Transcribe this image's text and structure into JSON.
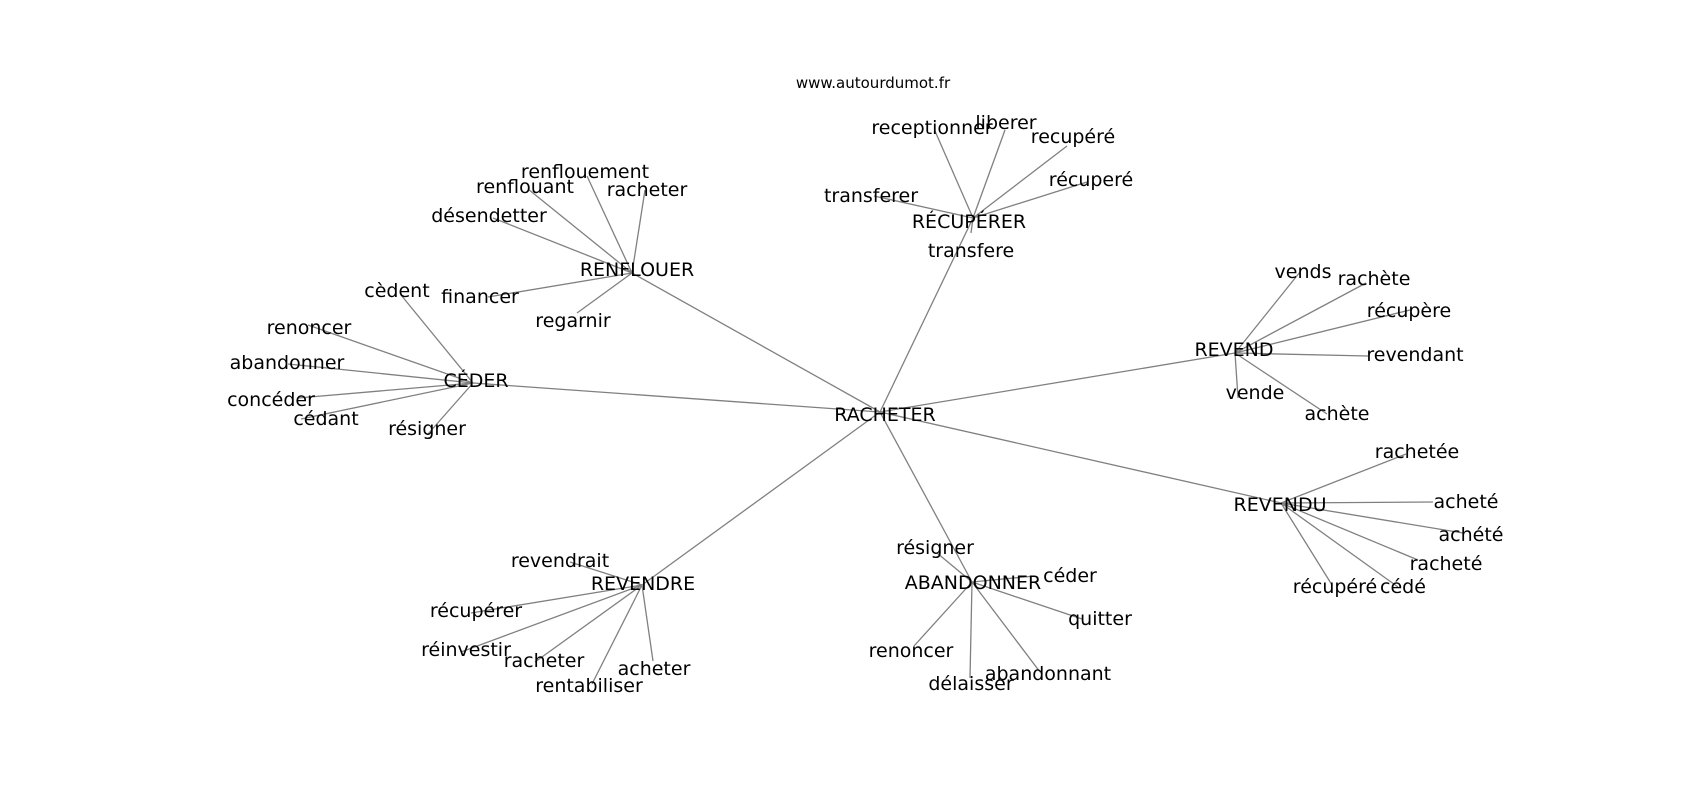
{
  "source": "www.autourdumot.fr",
  "colors": {
    "edge": "#808080",
    "text": "#000000",
    "background": "#ffffff"
  },
  "graph": {
    "center": "RACHETER",
    "hubs": [
      {
        "label": "RENFLOUER",
        "leaves": [
          "renflouement",
          "renflouant",
          "racheter",
          "désendetter",
          "financer",
          "regarnir"
        ]
      },
      {
        "label": "RÉCUPÉRER",
        "leaves": [
          "receptionner",
          "liberer",
          "recupéré",
          "récuperé",
          "transferer",
          "transfere"
        ]
      },
      {
        "label": "CÉDER",
        "leaves": [
          "cèdent",
          "renoncer",
          "abandonner",
          "concéder",
          "cédant",
          "résigner"
        ]
      },
      {
        "label": "REVEND",
        "leaves": [
          "vends",
          "rachète",
          "récupère",
          "revendant",
          "vende",
          "achète"
        ]
      },
      {
        "label": "REVENDU",
        "leaves": [
          "rachetée",
          "acheté",
          "achété",
          "racheté",
          "récupéré",
          "cédé"
        ]
      },
      {
        "label": "REVENDRE",
        "leaves": [
          "revendrait",
          "récupérer",
          "réinvestir",
          "racheter",
          "acheter",
          "rentabiliser"
        ]
      },
      {
        "label": "ABANDONNER",
        "leaves": [
          "résigner",
          "céder",
          "quitter",
          "renoncer",
          "abandonnant",
          "délaisser"
        ]
      }
    ]
  }
}
